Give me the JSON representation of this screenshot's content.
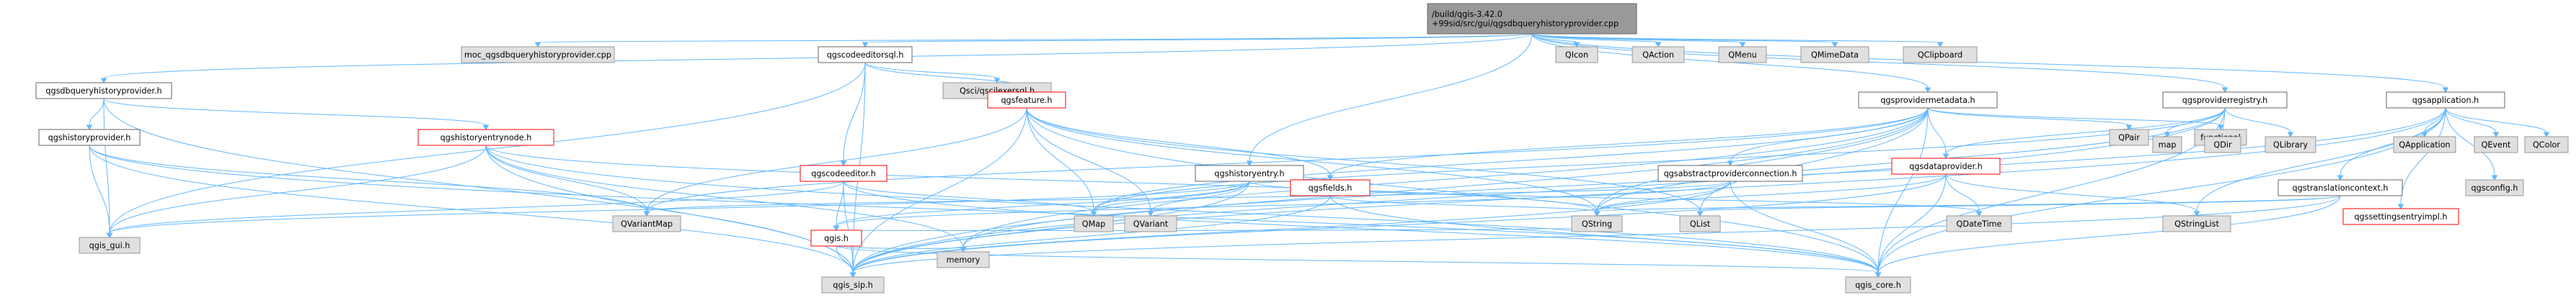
{
  "diagram": {
    "type": "include-dependency-graph",
    "colors": {
      "edge": "#63b8ff",
      "root_fill": "#999999",
      "root_border": "#666666",
      "file_fill": "#ffffff",
      "file_border": "#666666",
      "external_fill": "#e0e0e0",
      "external_border": "#999999",
      "highlight_border": "#ff0000",
      "text": "#000000"
    },
    "nodes": [
      {
        "id": "root",
        "lines": [
          "/build/qgis-3.42.0",
          "+99sid/src/gui/qgsdbqueryhistoryprovider.cpp"
        ],
        "kind": "root"
      },
      {
        "id": "dbqhp_h",
        "lines": [
          "qgsdbqueryhistoryprovider.h"
        ],
        "kind": "file"
      },
      {
        "id": "moc",
        "lines": [
          "moc_qgsdbqueryhistoryprovider.cpp"
        ],
        "kind": "external"
      },
      {
        "id": "codeeditorsql",
        "lines": [
          "qgscodeeditorsql.h"
        ],
        "kind": "file"
      },
      {
        "id": "qicon",
        "lines": [
          "QIcon"
        ],
        "kind": "external"
      },
      {
        "id": "qaction",
        "lines": [
          "QAction"
        ],
        "kind": "external"
      },
      {
        "id": "qmenu",
        "lines": [
          "QMenu"
        ],
        "kind": "external"
      },
      {
        "id": "qmimedata",
        "lines": [
          "QMimeData"
        ],
        "kind": "external"
      },
      {
        "id": "qclipboard",
        "lines": [
          "QClipboard"
        ],
        "kind": "external"
      },
      {
        "id": "qsci",
        "lines": [
          "Qsci/qscilexersql.h"
        ],
        "kind": "external"
      },
      {
        "id": "feature",
        "lines": [
          "qgsfeature.h"
        ],
        "kind": "highlight"
      },
      {
        "id": "provmeta",
        "lines": [
          "qgsprovidermetadata.h"
        ],
        "kind": "file"
      },
      {
        "id": "provreg",
        "lines": [
          "qgsproviderregistry.h"
        ],
        "kind": "file"
      },
      {
        "id": "application",
        "lines": [
          "qgsapplication.h"
        ],
        "kind": "file"
      },
      {
        "id": "histprov",
        "lines": [
          "qgshistoryprovider.h"
        ],
        "kind": "file"
      },
      {
        "id": "histnode",
        "lines": [
          "qgshistoryentrynode.h"
        ],
        "kind": "highlight"
      },
      {
        "id": "codeeditor",
        "lines": [
          "qgscodeeditor.h"
        ],
        "kind": "highlight"
      },
      {
        "id": "histentry",
        "lines": [
          "qgshistoryentry.h"
        ],
        "kind": "file"
      },
      {
        "id": "fields",
        "lines": [
          "qgsfields.h"
        ],
        "kind": "highlight"
      },
      {
        "id": "absprovconn",
        "lines": [
          "qgsabstractproviderconnection.h"
        ],
        "kind": "file"
      },
      {
        "id": "qpair",
        "lines": [
          "QPair"
        ],
        "kind": "external"
      },
      {
        "id": "functional",
        "lines": [
          "functional"
        ],
        "kind": "external"
      },
      {
        "id": "dataprovider",
        "lines": [
          "qgsdataprovider.h"
        ],
        "kind": "highlight"
      },
      {
        "id": "map",
        "lines": [
          "map"
        ],
        "kind": "external"
      },
      {
        "id": "qdir",
        "lines": [
          "QDir"
        ],
        "kind": "external"
      },
      {
        "id": "qlibrary",
        "lines": [
          "QLibrary"
        ],
        "kind": "external"
      },
      {
        "id": "transctx",
        "lines": [
          "qgstranslationcontext.h"
        ],
        "kind": "file"
      },
      {
        "id": "qapplication",
        "lines": [
          "QApplication"
        ],
        "kind": "external"
      },
      {
        "id": "qevent",
        "lines": [
          "QEvent"
        ],
        "kind": "external"
      },
      {
        "id": "qcolor",
        "lines": [
          "QColor"
        ],
        "kind": "external"
      },
      {
        "id": "qgsconfig",
        "lines": [
          "qgsconfig.h"
        ],
        "kind": "external"
      },
      {
        "id": "settingsimpl",
        "lines": [
          "qgssettingsentryimpl.h"
        ],
        "kind": "highlight"
      },
      {
        "id": "qgis_h",
        "lines": [
          "qgis.h"
        ],
        "kind": "highlight"
      },
      {
        "id": "qgis_gui",
        "lines": [
          "qgis_gui.h"
        ],
        "kind": "external"
      },
      {
        "id": "qvariantmap",
        "lines": [
          "QVariantMap"
        ],
        "kind": "external"
      },
      {
        "id": "qmap",
        "lines": [
          "QMap"
        ],
        "kind": "external"
      },
      {
        "id": "qvariant",
        "lines": [
          "QVariant"
        ],
        "kind": "external"
      },
      {
        "id": "qstring",
        "lines": [
          "QString"
        ],
        "kind": "external"
      },
      {
        "id": "qdatetime",
        "lines": [
          "QDateTime"
        ],
        "kind": "external"
      },
      {
        "id": "qlist",
        "lines": [
          "QList"
        ],
        "kind": "external"
      },
      {
        "id": "qstringlist",
        "lines": [
          "QStringList"
        ],
        "kind": "external"
      },
      {
        "id": "qgis_sip",
        "lines": [
          "qgis_sip.h"
        ],
        "kind": "external"
      },
      {
        "id": "memory",
        "lines": [
          "memory"
        ],
        "kind": "external"
      },
      {
        "id": "qgis_core",
        "lines": [
          "qgis_core.h"
        ],
        "kind": "external"
      }
    ],
    "edges": [
      [
        "root",
        "dbqhp_h"
      ],
      [
        "root",
        "moc"
      ],
      [
        "root",
        "codeeditorsql"
      ],
      [
        "root",
        "qicon"
      ],
      [
        "root",
        "qaction"
      ],
      [
        "root",
        "qmenu"
      ],
      [
        "root",
        "qmimedata"
      ],
      [
        "root",
        "qclipboard"
      ],
      [
        "root",
        "provmeta"
      ],
      [
        "root",
        "provreg"
      ],
      [
        "root",
        "application"
      ],
      [
        "root",
        "histentry"
      ],
      [
        "dbqhp_h",
        "histprov"
      ],
      [
        "dbqhp_h",
        "histnode"
      ],
      [
        "dbqhp_h",
        "qgis_gui"
      ],
      [
        "dbqhp_h",
        "qgis_sip"
      ],
      [
        "codeeditorsql",
        "qsci"
      ],
      [
        "codeeditorsql",
        "feature"
      ],
      [
        "codeeditorsql",
        "codeeditor"
      ],
      [
        "codeeditorsql",
        "qgis_gui"
      ],
      [
        "codeeditorsql",
        "qgis_sip"
      ],
      [
        "histprov",
        "qgis_gui"
      ],
      [
        "histprov",
        "qvariantmap"
      ],
      [
        "histprov",
        "qgis_sip"
      ],
      [
        "histprov",
        "qgis_core"
      ],
      [
        "histnode",
        "qgis_gui"
      ],
      [
        "histnode",
        "qvariantmap"
      ],
      [
        "histnode",
        "qstring"
      ],
      [
        "histnode",
        "qgis_sip"
      ],
      [
        "histnode",
        "memory"
      ],
      [
        "histnode",
        "qgis_core"
      ],
      [
        "feature",
        "qmap"
      ],
      [
        "feature",
        "qvariant"
      ],
      [
        "feature",
        "qstring"
      ],
      [
        "feature",
        "qlist"
      ],
      [
        "feature",
        "fields"
      ],
      [
        "feature",
        "qgis_sip"
      ],
      [
        "feature",
        "qgis_core"
      ],
      [
        "feature",
        "qvariantmap"
      ],
      [
        "codeeditor",
        "qgis_h"
      ],
      [
        "codeeditor",
        "qmap"
      ],
      [
        "codeeditor",
        "qgis_sip"
      ],
      [
        "codeeditor",
        "qgis_gui"
      ],
      [
        "codeeditor",
        "qgis_core"
      ],
      [
        "histentry",
        "qgis_gui"
      ],
      [
        "histentry",
        "qmap"
      ],
      [
        "histentry",
        "qvariant"
      ],
      [
        "histentry",
        "qdatetime"
      ],
      [
        "histentry",
        "qgis_h"
      ],
      [
        "histentry",
        "qgis_sip"
      ],
      [
        "provmeta",
        "absprovconn"
      ],
      [
        "provmeta",
        "fields"
      ],
      [
        "provmeta",
        "qpair"
      ],
      [
        "provmeta",
        "functional"
      ],
      [
        "provmeta",
        "dataprovider"
      ],
      [
        "provmeta",
        "qmap"
      ],
      [
        "provmeta",
        "qstring"
      ],
      [
        "provmeta",
        "qlist"
      ],
      [
        "provmeta",
        "qgis_sip"
      ],
      [
        "provmeta",
        "qgis_core"
      ],
      [
        "provmeta",
        "qvariantmap"
      ],
      [
        "provmeta",
        "memory"
      ],
      [
        "absprovconn",
        "qgis_h"
      ],
      [
        "absprovconn",
        "qstring"
      ],
      [
        "absprovconn",
        "qvariantmap"
      ],
      [
        "absprovconn",
        "qgis_sip"
      ],
      [
        "absprovconn",
        "qgis_core"
      ],
      [
        "fields",
        "qgis_sip"
      ],
      [
        "fields",
        "qgis_core"
      ],
      [
        "fields",
        "qstring"
      ],
      [
        "dataprovider",
        "qdatetime"
      ],
      [
        "dataprovider",
        "qstringlist"
      ],
      [
        "dataprovider",
        "qgis_core"
      ],
      [
        "dataprovider",
        "qgis_sip"
      ],
      [
        "dataprovider",
        "qstring"
      ],
      [
        "provreg",
        "map"
      ],
      [
        "provreg",
        "qdir"
      ],
      [
        "provreg",
        "qlibrary"
      ],
      [
        "provreg",
        "dataprovider"
      ],
      [
        "provreg",
        "qstring"
      ],
      [
        "provreg",
        "qgis_core"
      ],
      [
        "provreg",
        "qgis_sip"
      ],
      [
        "provreg",
        "qmap"
      ],
      [
        "application",
        "transctx"
      ],
      [
        "application",
        "qapplication"
      ],
      [
        "application",
        "qevent"
      ],
      [
        "application",
        "qcolor"
      ],
      [
        "application",
        "qgsconfig"
      ],
      [
        "application",
        "settingsimpl"
      ],
      [
        "application",
        "qstringlist"
      ],
      [
        "application",
        "qgis_sip"
      ],
      [
        "application",
        "qgis_core"
      ],
      [
        "application",
        "memory"
      ],
      [
        "transctx",
        "qstring"
      ],
      [
        "transctx",
        "qgis_core"
      ],
      [
        "transctx",
        "qgis_sip"
      ],
      [
        "transctx",
        "qlist"
      ],
      [
        "qgis_h",
        "qgis_core"
      ],
      [
        "qgis_h",
        "qgis_sip"
      ],
      [
        "qgis_h",
        "memory"
      ],
      [
        "qgis_h",
        "qstring"
      ]
    ]
  }
}
